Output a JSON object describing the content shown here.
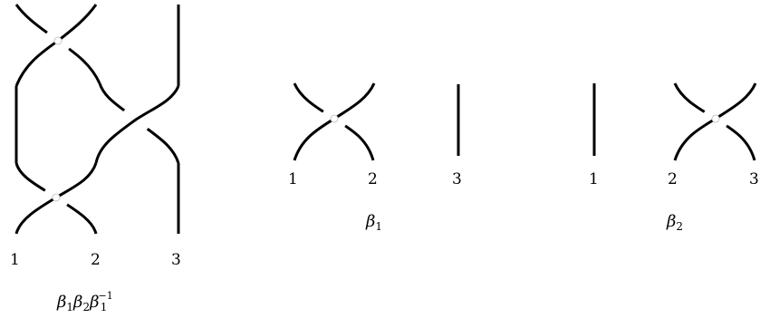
{
  "diagrams": [
    {
      "caption": {
        "base1": "β",
        "sub1": "1",
        "base2": "β",
        "sub2": "2",
        "base3": "β",
        "sub3": "1",
        "sup3": "−1"
      },
      "labels": [
        "1",
        "2",
        "3"
      ]
    },
    {
      "caption": {
        "base": "β",
        "sub": "1"
      },
      "labels": [
        "1",
        "2",
        "3"
      ]
    },
    {
      "caption": {
        "base": "β",
        "sub": "2"
      },
      "labels": [
        "1",
        "2",
        "3"
      ]
    }
  ]
}
